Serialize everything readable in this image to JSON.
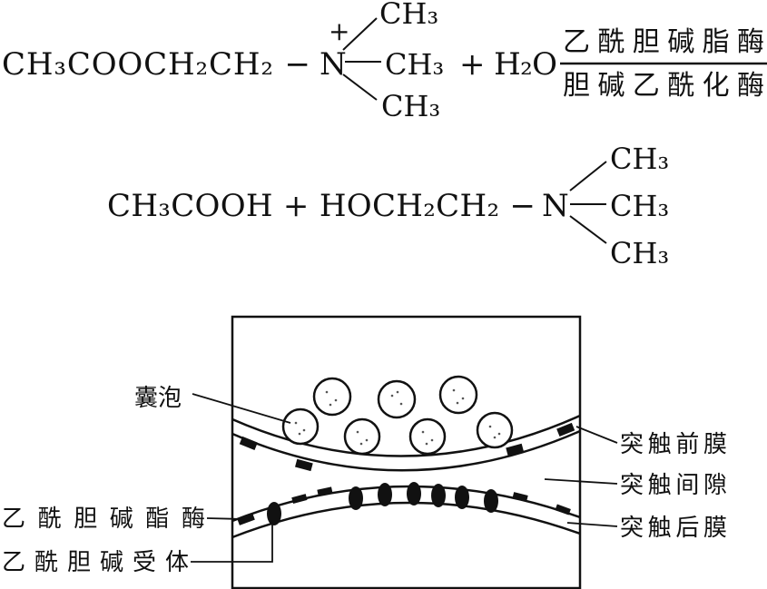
{
  "equation": {
    "reactant_chain": "CH₃COOCH₂CH₂ −",
    "nitrogen": "N",
    "charge": "+",
    "methyl": "CH₃",
    "plus_water": "+ H₂O",
    "enzyme_forward": "乙酰胆碱脂酶",
    "enzyme_reverse": "胆碱乙酰化酶",
    "product_chain": "CH₃COOH + HOCH₂CH₂ −"
  },
  "diagram": {
    "labels": {
      "vesicle": "囊泡",
      "presynaptic_membrane": "突触前膜",
      "synaptic_cleft": "突触间隙",
      "postsynaptic_membrane": "突触后膜",
      "acetylcholinesterase": "乙酰胆碱酯酶",
      "acetylcholine_receptor": "乙酰胆碱受体"
    }
  }
}
